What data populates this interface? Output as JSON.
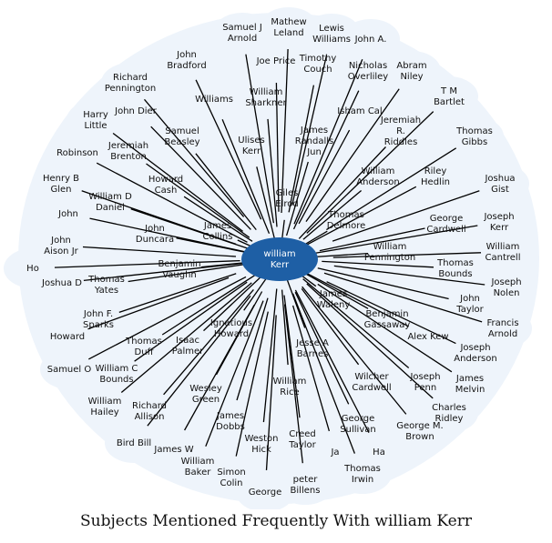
{
  "caption": "Subjects Mentioned Frequently With william Kerr",
  "colors": {
    "center_node": "#1e5fa5",
    "halo": "#eef4fb",
    "edge": "#000000"
  },
  "center": {
    "label": "william Kerr"
  },
  "nodes": [
    "Samuel J Arnold",
    "Mathew Leland",
    "Lewis Williams",
    "John A.",
    "John Bradford",
    "Timothy Couch",
    "Nicholas Overliley",
    "Abram Niley",
    "Richard Pennington",
    "Williams",
    "William Sharkner",
    "Joe Price",
    "T M Bartlet",
    "John Dier",
    "Isham Cal",
    "Jeremiah R. Riddles",
    "Harry Little",
    "Samuel Beasley",
    "Ulises Kerr",
    "James Randalls Jun",
    "Thomas Gibbs",
    "Robinson",
    "Jeremiah Brenton",
    "William Anderson",
    "Riley Hedlin",
    "Henry B Glen",
    "Howard Cash",
    "William D Daniel",
    "Giles Elrod",
    "Joshua Gist",
    "John",
    "Thomas Delmore",
    "George Cardwell",
    "Joseph Kerr",
    "John Aison Jr",
    "John Duncara",
    "James Collins",
    "William Pennington",
    "William Cantrell",
    "Ho",
    "Benjamin Vaughn",
    "Thomas Bounds",
    "Joshua D",
    "Thomas Yates",
    "Joseph Nolen",
    "James Waleny",
    "John Taylor",
    "John F. Sparks",
    "Benjamin Gassaway",
    "Francis Arnold",
    "Howard",
    "Thomas Duff",
    "Isaac Palmer",
    "Ignatious Howard",
    "Alex Kew",
    "Jesse A Barnes",
    "Joseph Anderson",
    "Samuel O",
    "William C Bounds",
    "Wilcher Cardwell",
    "Joseph Penn",
    "James Melvin",
    "William Rice",
    "William Hailey",
    "Richard Allison",
    "Wesley Green",
    "Charles Ridley",
    "George Sullivan",
    "James Dobbs",
    "George M. Brown",
    "Bird Bill",
    "James W",
    "Weston Hick",
    "Creed Taylor",
    "Ja",
    "Ha",
    "William Baker",
    "Simon Colin",
    "Thomas Irwin",
    "peter Billens",
    "George"
  ]
}
